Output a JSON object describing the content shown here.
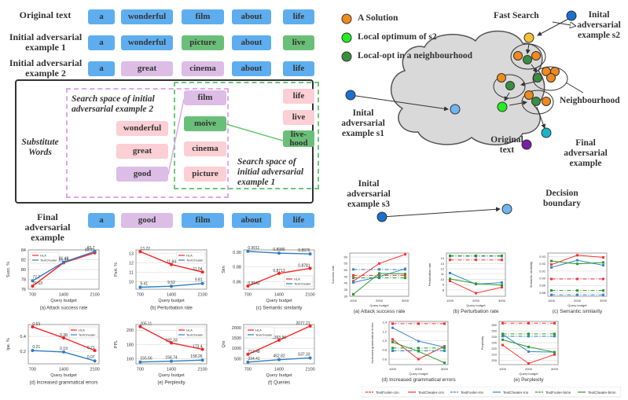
{
  "left_diagram": {
    "rows": [
      {
        "label": "Original text",
        "tokens": [
          {
            "text": "a",
            "color": "blue"
          },
          {
            "text": "wonderful",
            "color": "blue"
          },
          {
            "text": "film",
            "color": "blue"
          },
          {
            "text": "about",
            "color": "blue"
          },
          {
            "text": "life",
            "color": "blue"
          }
        ]
      },
      {
        "label": "Initial adversarial example 1",
        "tokens": [
          {
            "text": "a",
            "color": "blue"
          },
          {
            "text": "wonderful",
            "color": "blue"
          },
          {
            "text": "picture",
            "color": "green"
          },
          {
            "text": "about",
            "color": "blue"
          },
          {
            "text": "live",
            "color": "green"
          }
        ]
      },
      {
        "label": "Initial adversarial example 2",
        "tokens": [
          {
            "text": "a",
            "color": "blue"
          },
          {
            "text": "great",
            "color": "purple"
          },
          {
            "text": "cinema",
            "color": "purple"
          },
          {
            "text": "about",
            "color": "blue"
          },
          {
            "text": "life",
            "color": "blue"
          }
        ]
      },
      {
        "label": "Final adversarial example",
        "tokens": [
          {
            "text": "a",
            "color": "blue"
          },
          {
            "text": "good",
            "color": "purple"
          },
          {
            "text": "film",
            "color": "blue"
          },
          {
            "text": "about",
            "color": "blue"
          },
          {
            "text": "life",
            "color": "blue"
          }
        ]
      }
    ],
    "substitute_label": "Substitute Words",
    "search_space_2_label": "Search space of initial adversarial example 2",
    "search_space_1_label": "Search space of initial adversarial example 1",
    "col2_subs": [
      "wonderful",
      "great",
      "good"
    ],
    "col3_subs": [
      "film",
      "moive",
      "cinema",
      "picture"
    ],
    "col5_subs": [
      "life",
      "live",
      "live-hood"
    ],
    "colors": {
      "blue": "#5eaeef",
      "green": "#6abf78",
      "purple": "#dcbde6",
      "pink": "#fbcfd4"
    }
  },
  "right_diagram": {
    "legend": [
      {
        "label": "A Solution",
        "color": "#f08a1c"
      },
      {
        "label": "Local optimum of s2",
        "color": "#22ee22"
      },
      {
        "label": "Local-opt in a neighbourhood",
        "color": "#3a8f3f"
      }
    ],
    "labels": {
      "fast_search": "Fast Search",
      "s2": "Inital adversarial example s2",
      "s1": "Inital adversarial example s1",
      "s3": "Inital adversarial example s3",
      "neighbourhood": "Neighbourhood",
      "original": "Original text",
      "final": "Final adversarial example",
      "boundary": "Decision boundary"
    }
  },
  "chart_data": [
    {
      "type": "line",
      "title": "(a) Attack success rate",
      "xlabel": "Query budget",
      "ylabel": "Succ. %",
      "categories": [
        "700",
        "1400",
        "2100"
      ],
      "ylim": [
        76,
        84
      ],
      "yticks": [
        "76",
        "78",
        "80",
        "82",
        "84"
      ],
      "legend": "top-left",
      "series": [
        {
          "name": "HLA",
          "color": "#ff2020",
          "values": [
            76.63,
            81.39,
            83.41
          ]
        },
        {
          "name": "TextCheater",
          "color": "#2f7fc1",
          "values": [
            77.7,
            81.49,
            83.7
          ]
        }
      ],
      "data_labels": {
        "HLA": [
          "76.63",
          "81.39",
          "83.41"
        ],
        "TextCheater": [
          "77.7",
          "81.49",
          "83.7"
        ]
      }
    },
    {
      "type": "line",
      "title": "(b) Perturbation rate",
      "xlabel": "Query budget",
      "ylabel": "Pert. %",
      "categories": [
        "700",
        "1400",
        "2100"
      ],
      "ylim": [
        9.2,
        13.4
      ],
      "yticks": [
        "10",
        "11",
        "12",
        "13"
      ],
      "legend": "top-right",
      "series": [
        {
          "name": "HLA",
          "color": "#ff2020",
          "values": [
            13.22,
            11.84,
            11.04
          ]
        },
        {
          "name": "TextCheater",
          "color": "#2f7fc1",
          "values": [
            9.41,
            9.52,
            9.81
          ]
        }
      ],
      "data_labels": {
        "HLA": [
          "13.22",
          "11.84",
          "11.04"
        ],
        "TextCheater": [
          "9.41",
          "9.52",
          "9.81"
        ]
      }
    },
    {
      "type": "line",
      "title": "(c) Semantic similarity",
      "xlabel": "Query budget",
      "ylabel": "Sim",
      "categories": [
        "700",
        "1400",
        "2100"
      ],
      "ylim": [
        0.85,
        0.903
      ],
      "yticks": [
        "0.86",
        "0.88",
        "0.90"
      ],
      "legend": "bottom-right",
      "series": [
        {
          "name": "HLA",
          "color": "#ff2020",
          "values": [
            0.8542,
            0.8713,
            0.8781
          ]
        },
        {
          "name": "TextCheater",
          "color": "#2f7fc1",
          "values": [
            0.9011,
            0.8986,
            0.8976
          ]
        }
      ],
      "data_labels": {
        "HLA": [
          "0.8542",
          "0.8713",
          "0.8781"
        ],
        "TextCheater": [
          "0.9011",
          "0.8986",
          "0.8976"
        ]
      }
    },
    {
      "type": "line",
      "title": "(d) Increased grammatical errors",
      "xlabel": "Query budget",
      "ylabel": "Ipe. %",
      "categories": [
        "700",
        "1400",
        "2100"
      ],
      "ylim": [
        0.03,
        0.56
      ],
      "yticks": [
        "0.2",
        "0.4"
      ],
      "legend": "top-right",
      "series": [
        {
          "name": "HLA",
          "color": "#ff2020",
          "values": [
            0.53,
            0.38,
            0.21
          ]
        },
        {
          "name": "TextCheater",
          "color": "#2f7fc1",
          "values": [
            0.21,
            0.19,
            0.07
          ]
        }
      ],
      "data_labels": {
        "HLA": [
          "0.53",
          "0.38",
          "0.21"
        ],
        "TextCheater": [
          "0.21",
          "0.19",
          "0.07"
        ]
      }
    },
    {
      "type": "line",
      "title": "(e) Perplexity",
      "xlabel": "Query budget",
      "ylabel": "PPL",
      "categories": [
        "700",
        "1400",
        "2100"
      ],
      "ylim": [
        153,
        208
      ],
      "yticks": [
        "160",
        "180",
        "200"
      ],
      "legend": "top-right",
      "series": [
        {
          "name": "HLA",
          "color": "#ff2020",
          "values": [
            205.11,
            182.33,
            173.4
          ]
        },
        {
          "name": "TextCheater",
          "color": "#2f7fc1",
          "values": [
            155.56,
            156.74,
            158.26
          ]
        }
      ],
      "data_labels": {
        "HLA": [
          "205.11",
          "182.33",
          "173.4"
        ],
        "TextCheater": [
          "155.56",
          "156.74",
          "158.26"
        ]
      }
    },
    {
      "type": "line",
      "title": "(f) Queries",
      "xlabel": "Query budget",
      "ylabel": "Qrs",
      "categories": [
        "700",
        "1400",
        "2100"
      ],
      "ylim": [
        250,
        2150
      ],
      "yticks": [
        "500",
        "1000",
        "1500",
        "2000"
      ],
      "legend": "top-left",
      "series": [
        {
          "name": "HLA",
          "color": "#ff2020",
          "values": [
            712.48,
            1393.96,
            2077.21
          ]
        },
        {
          "name": "TextCheater",
          "color": "#2f7fc1",
          "values": [
            334.41,
            452.82,
            537.33
          ]
        }
      ],
      "data_labels": {
        "HLA": [
          "712.48",
          "1393.96",
          "2077.21"
        ],
        "TextCheater": [
          "334.41",
          "452.82",
          "537.33"
        ]
      }
    },
    {
      "type": "line",
      "title": "(a) Attack success rate",
      "xlabel": "Query budget",
      "ylabel": "Success rate",
      "categories": [
        "1000",
        "2000",
        "3000"
      ],
      "ylim": [
        30,
        63
      ],
      "yticks": [
        "30",
        "35",
        "40",
        "45",
        "50",
        "55",
        "60"
      ],
      "series": [
        {
          "name": "TextFooler-cnn",
          "color": "#ff3030",
          "dash": true,
          "values": [
            46,
            46,
            46
          ]
        },
        {
          "name": "TextCheater-cnn",
          "color": "#ff3030",
          "dash": false,
          "values": [
            41.5,
            55,
            62
          ]
        },
        {
          "name": "TextFooler-rnn",
          "color": "#3a87c8",
          "dash": true,
          "values": [
            50.5,
            50.5,
            50.5
          ]
        },
        {
          "name": "TextCheater-rnn",
          "color": "#3a87c8",
          "dash": false,
          "values": [
            40.5,
            45,
            51
          ]
        },
        {
          "name": "TextFooler-bimn",
          "color": "#2a9a2a",
          "dash": true,
          "values": [
            44,
            44,
            44
          ]
        },
        {
          "name": "TextCheater-bimn",
          "color": "#2a9a2a",
          "dash": false,
          "values": [
            31.5,
            47.5,
            47
          ]
        }
      ]
    },
    {
      "type": "line",
      "title": "(b) Perturbation rate",
      "xlabel": "Query budget",
      "ylabel": "Perturbation rate",
      "categories": [
        "1000",
        "2000",
        "3000"
      ],
      "ylim": [
        6.8,
        15
      ],
      "yticks": [
        "8",
        "9",
        "10",
        "11",
        "12",
        "13",
        "14"
      ],
      "series": [
        {
          "name": "TextFooler-cnn",
          "color": "#ff3030",
          "dash": true,
          "values": [
            13.7,
            13.7,
            13.7
          ]
        },
        {
          "name": "TextCheater-cnn",
          "color": "#ff3030",
          "dash": false,
          "values": [
            9.7,
            7.4,
            8.5
          ]
        },
        {
          "name": "TextFooler-rnn",
          "color": "#3a87c8",
          "dash": true,
          "values": [
            14.4,
            14.4,
            14.4
          ]
        },
        {
          "name": "TextCheater-rnn",
          "color": "#3a87c8",
          "dash": false,
          "values": [
            11.2,
            9.1,
            9.4
          ]
        },
        {
          "name": "TextFooler-bimn",
          "color": "#2a9a2a",
          "dash": true,
          "values": [
            14.5,
            14.5,
            14.5
          ]
        },
        {
          "name": "TextCheater-bimn",
          "color": "#2a9a2a",
          "dash": false,
          "values": [
            10.1,
            9.2,
            8.9
          ]
        }
      ]
    },
    {
      "type": "line",
      "title": "(c) Semantic similarity",
      "xlabel": "Query budget",
      "ylabel": "Semantic similarity",
      "categories": [
        "1000",
        "2000",
        "3000"
      ],
      "ylim": [
        0.875,
        0.935
      ],
      "yticks": [
        "0.88",
        "0.89",
        "0.90",
        "0.91",
        "0.92",
        "0.93"
      ],
      "series": [
        {
          "name": "TextFooler-cnn",
          "color": "#ff3030",
          "dash": true,
          "values": [
            0.899,
            0.899,
            0.899
          ]
        },
        {
          "name": "TextCheater-cnn",
          "color": "#ff3030",
          "dash": false,
          "values": [
            0.919,
            0.932,
            0.929
          ]
        },
        {
          "name": "TextFooler-rnn",
          "color": "#3a87c8",
          "dash": true,
          "values": [
            0.877,
            0.877,
            0.877
          ]
        },
        {
          "name": "TextCheater-rnn",
          "color": "#3a87c8",
          "dash": false,
          "values": [
            0.915,
            0.925,
            0.918
          ]
        },
        {
          "name": "TextFooler-bimn",
          "color": "#2a9a2a",
          "dash": true,
          "values": [
            0.883,
            0.883,
            0.883
          ]
        },
        {
          "name": "TextCheater-bimn",
          "color": "#2a9a2a",
          "dash": false,
          "values": [
            0.924,
            0.92,
            0.922
          ]
        }
      ]
    },
    {
      "type": "line",
      "title": "(d) Increased grammatical errors",
      "xlabel": "Query budget",
      "ylabel": "Increased grammatical errors",
      "categories": [
        "1000",
        "2000",
        "3000"
      ],
      "ylim": [
        0.48,
        1.42
      ],
      "yticks": [
        "0.6",
        "0.8",
        "1.0",
        "1.2",
        "1.4"
      ],
      "series": [
        {
          "name": "TextFooler-cnn",
          "color": "#ff3030",
          "dash": true,
          "values": [
            1.37,
            1.37,
            1.37
          ]
        },
        {
          "name": "TextCheater-cnn",
          "color": "#ff3030",
          "dash": false,
          "values": [
            1.03,
            0.6,
            0.88
          ]
        },
        {
          "name": "TextFooler-rnn",
          "color": "#3a87c8",
          "dash": true,
          "values": [
            0.78,
            0.78,
            0.78
          ]
        },
        {
          "name": "TextCheater-rnn",
          "color": "#3a87c8",
          "dash": false,
          "values": [
            1.28,
            0.99,
            0.86
          ]
        },
        {
          "name": "TextFooler-bimn",
          "color": "#2a9a2a",
          "dash": true,
          "values": [
            0.84,
            0.84,
            0.84
          ]
        },
        {
          "name": "TextCheater-bimn",
          "color": "#2a9a2a",
          "dash": false,
          "values": [
            0.97,
            0.77,
            0.52
          ]
        }
      ]
    },
    {
      "type": "line",
      "title": "(e) Perplexity",
      "xlabel": "Query budget",
      "ylabel": "Perplexity",
      "categories": [
        "1000",
        "2000",
        "3000"
      ],
      "ylim": [
        193,
        266
      ],
      "yticks": [
        "200",
        "210",
        "220",
        "230",
        "240",
        "250",
        "260"
      ],
      "series": [
        {
          "name": "TextFooler-cnn",
          "color": "#ff3030",
          "dash": true,
          "values": [
            263,
            263,
            263
          ]
        },
        {
          "name": "TextCheater-cnn",
          "color": "#ff3030",
          "dash": false,
          "values": [
            226,
            195,
            210
          ]
        },
        {
          "name": "TextFooler-rnn",
          "color": "#3a87c8",
          "dash": true,
          "values": [
            241,
            241,
            241
          ]
        },
        {
          "name": "TextCheater-rnn",
          "color": "#3a87c8",
          "dash": false,
          "values": [
            244,
            215,
            214
          ]
        },
        {
          "name": "TextFooler-bimn",
          "color": "#2a9a2a",
          "dash": true,
          "values": [
            245,
            245,
            245
          ]
        },
        {
          "name": "TextCheater-bimn",
          "color": "#2a9a2a",
          "dash": false,
          "values": [
            235,
            223,
            214
          ]
        }
      ]
    }
  ],
  "bottom_legend": [
    "TextFooler-cnn",
    "TextCheater-cnn",
    "TextFooler-rnn",
    "TextCheater-rnn",
    "TextFooler-bimn",
    "TextCheater-bimn"
  ]
}
